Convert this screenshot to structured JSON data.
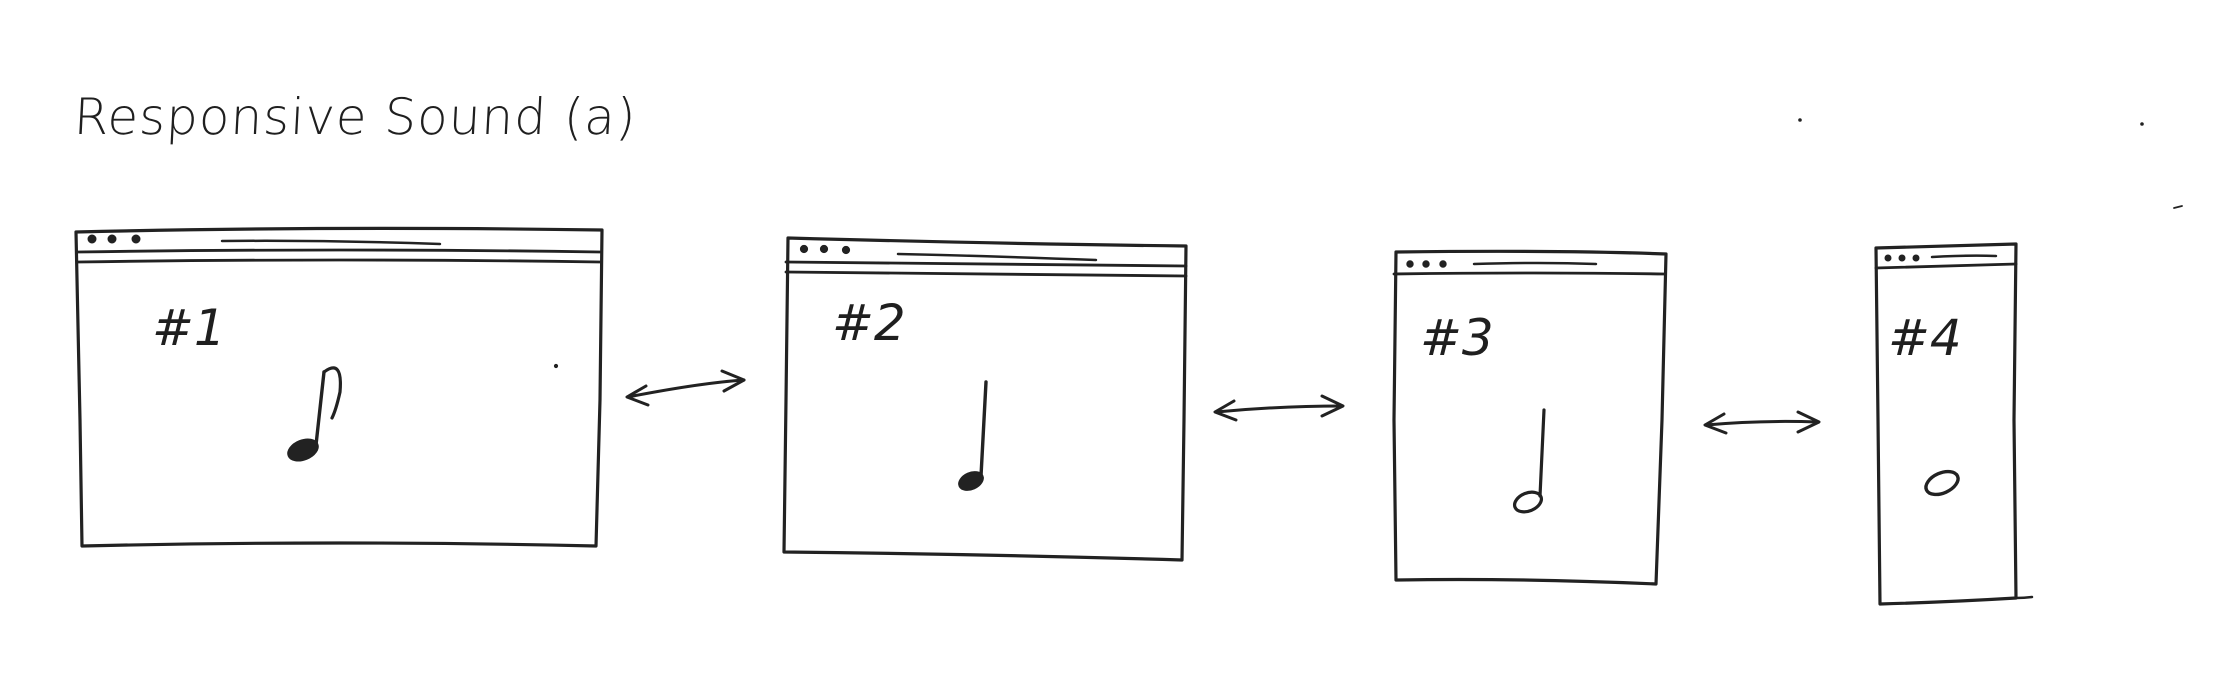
{
  "title": "Responsive Sound (a)",
  "windows": [
    {
      "label": "#1",
      "note": "eighth-note"
    },
    {
      "label": "#2",
      "note": "quarter-note"
    },
    {
      "label": "#3",
      "note": "half-note"
    },
    {
      "label": "#4",
      "note": "whole-note"
    }
  ],
  "connectors": [
    {
      "from": "#1",
      "to": "#2",
      "icon": "double-arrow-icon"
    },
    {
      "from": "#2",
      "to": "#3",
      "icon": "double-arrow-icon"
    },
    {
      "from": "#3",
      "to": "#4",
      "icon": "double-arrow-icon"
    }
  ],
  "colors": {
    "ink": "#222222",
    "paper": "#ffffff"
  }
}
